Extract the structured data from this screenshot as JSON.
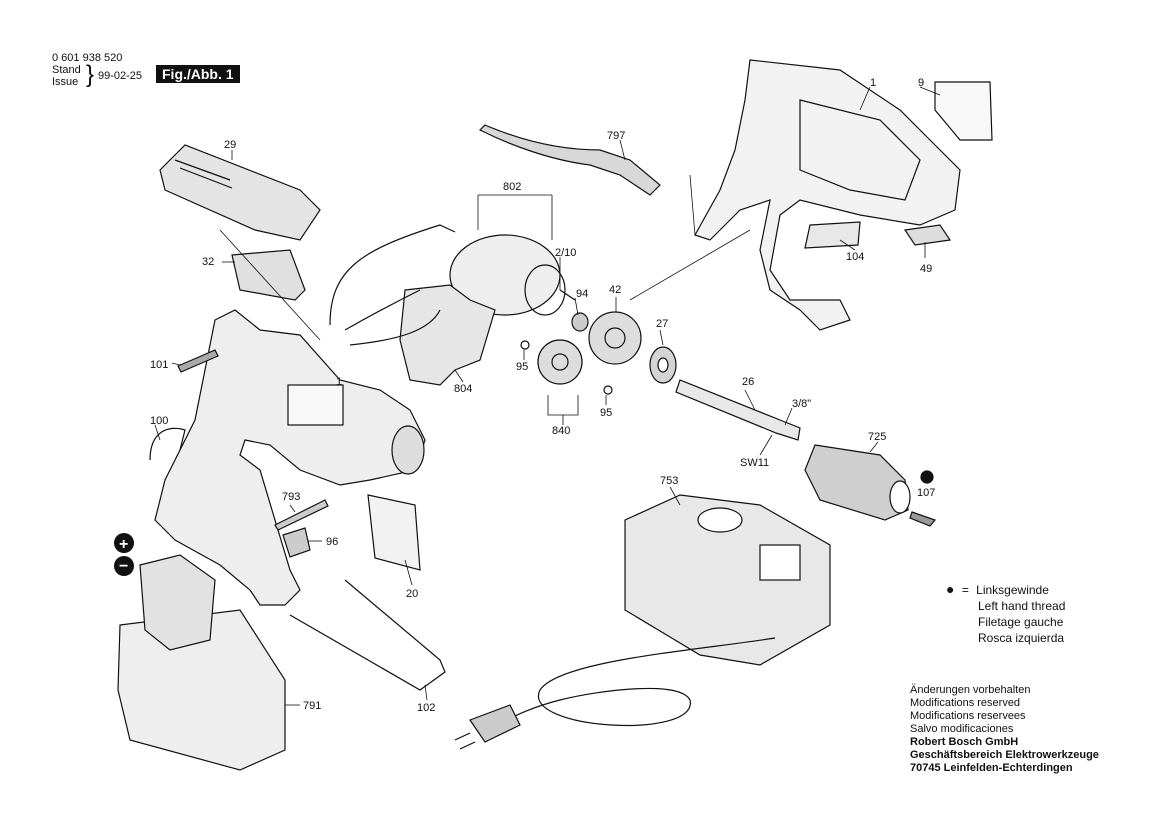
{
  "header": {
    "part_number": "0 601 938 520",
    "stand": "Stand",
    "issue": "Issue",
    "date": "99-02-25",
    "figure": "Fig./Abb. 1"
  },
  "part_labels": {
    "p1a": "1",
    "p1b": "1",
    "p9": "9",
    "p29": "29",
    "p32": "32",
    "p797": "797",
    "p802": "802",
    "p2_10": "2/10",
    "p94": "94",
    "p42": "42",
    "p27": "27",
    "p95a": "95",
    "p95b": "95",
    "p840": "840",
    "p804": "804",
    "p101": "101",
    "p100": "100",
    "p104": "104",
    "p49": "49",
    "p26": "26",
    "p3_8": "3/8\"",
    "psw11": "SW11",
    "p725": "725",
    "p107": "107",
    "p753": "753",
    "p793": "793",
    "p96": "96",
    "p20": "20",
    "p102": "102",
    "p791": "791"
  },
  "battery_symbols": {
    "plus": "+",
    "minus": "−"
  },
  "legend": {
    "marker": "●",
    "eq": "=",
    "lines": [
      "Linksgewinde",
      "Left hand thread",
      "Filetage gauche",
      "Rosca izquierda"
    ]
  },
  "footer": {
    "lines": [
      "Änderungen vorbehalten",
      "Modifications reserved",
      "Modifications reservees",
      "Salvo modificaciones"
    ],
    "bold_lines": [
      "Robert Bosch GmbH",
      "Geschäftsbereich Elektrowerkzeuge",
      "70745 Leinfelden-Echterdingen"
    ]
  }
}
